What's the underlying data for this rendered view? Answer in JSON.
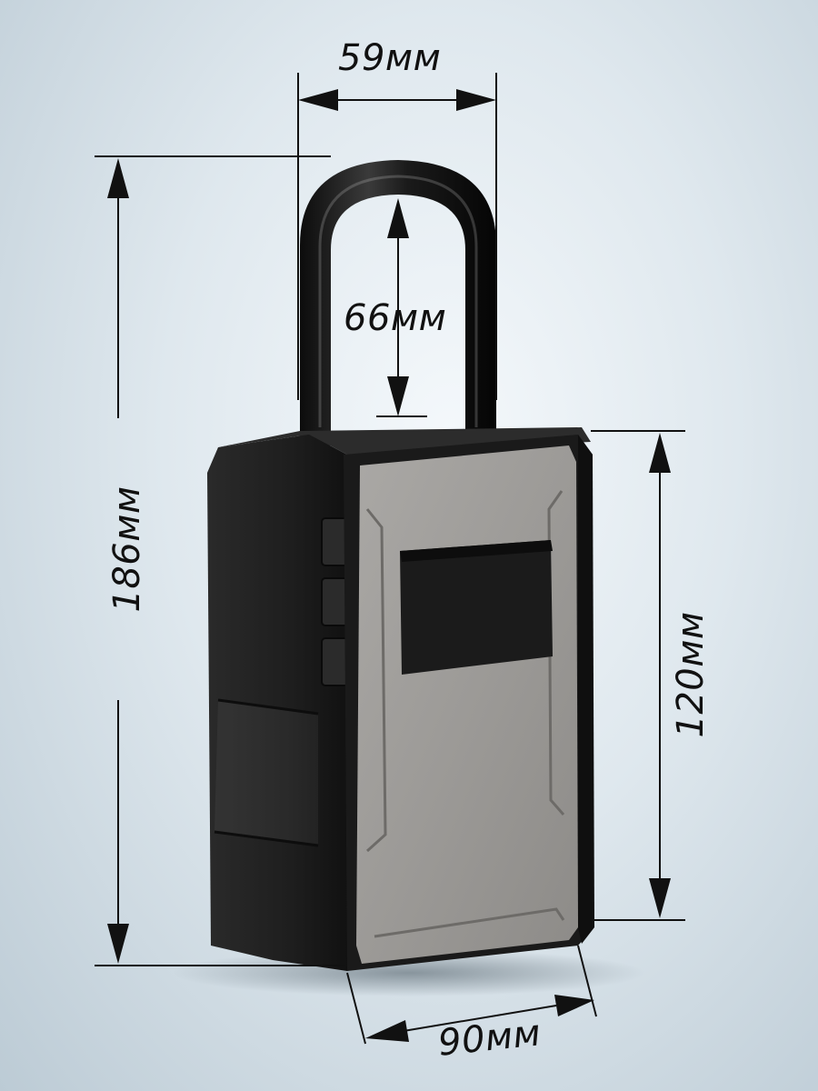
{
  "dimensions": {
    "width": "59мм",
    "shackle_height": "66мм",
    "total_height": "186мм",
    "body_height": "120мм",
    "depth": "90мм"
  },
  "colors": {
    "background": "#dfe8ee",
    "body_black": "#1f1f1f",
    "panel_gray": "#9a9896",
    "window": "#1b1b1b",
    "shackle": "#141414",
    "line": "#111111"
  }
}
